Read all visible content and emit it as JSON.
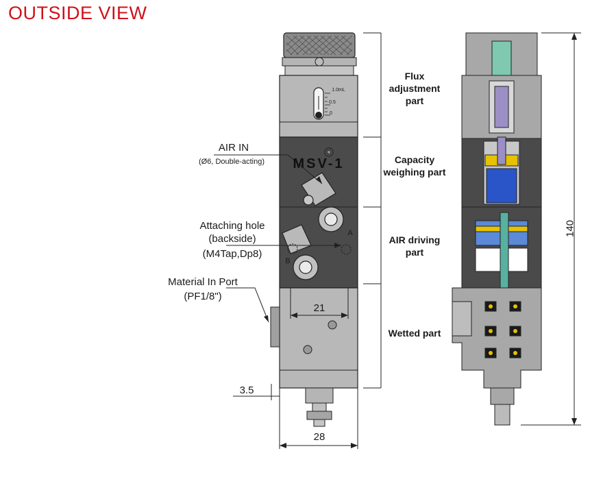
{
  "title": "OUTSIDE VIEW",
  "colors": {
    "title": "#d0101a",
    "body_light": "#a8a8a8",
    "body_dark": "#4a4a4a",
    "blue": "#2a55c8",
    "teal": "#58b0a0",
    "yellow": "#e6c200"
  },
  "body_label": "MSV-1",
  "callouts": {
    "air_in": "AIR IN",
    "air_in_sub": "(Ø6, Double-acting)",
    "attach_1": "Attaching hole",
    "attach_2": "(backside)",
    "attach_3": "(M4Tap,Dp8)",
    "material_1": "Material In Port",
    "material_2": "(PF1/8\")",
    "port_a": "A",
    "port_b": "B"
  },
  "gauge": {
    "top": "1.0mL",
    "mid": "0.5",
    "bottom": "0"
  },
  "dimensions": {
    "width_28": "28",
    "width_21": "21",
    "offset_3_5": "3.5",
    "height_140": "140"
  },
  "sections": {
    "flux": [
      "Flux",
      "adjustment",
      "part"
    ],
    "capacity": [
      "Capacity",
      "weighing part"
    ],
    "air": [
      "AIR driving",
      "part"
    ],
    "wetted": [
      "Wetted part"
    ]
  }
}
